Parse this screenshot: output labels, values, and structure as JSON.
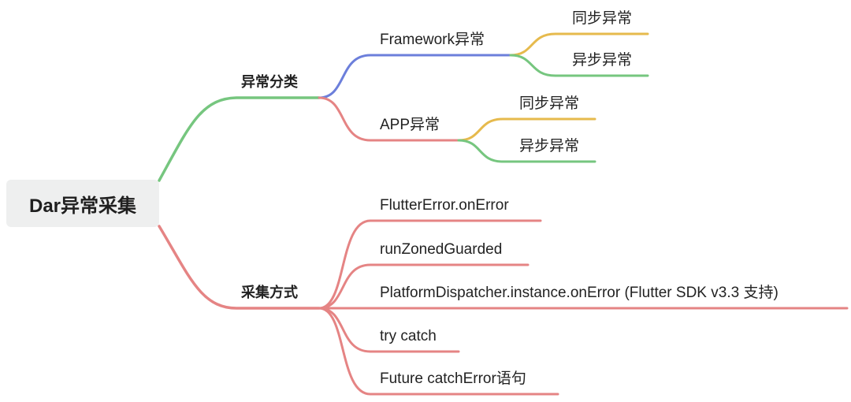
{
  "mindmap": {
    "root": "Dar异常采集",
    "colors": {
      "green": "#76c67f",
      "red": "#e58484",
      "blue": "#6c7fdb",
      "yellow": "#e6ba4d"
    },
    "branch_classification": {
      "label": "异常分类",
      "framework": {
        "label": "Framework异常",
        "children": [
          "同步异常",
          "异步异常"
        ]
      },
      "app": {
        "label": "APP异常",
        "children": [
          "同步异常",
          "异步异常"
        ]
      }
    },
    "branch_methods": {
      "label": "采集方式",
      "items": [
        "FlutterError.onError",
        "runZonedGuarded",
        "PlatformDispatcher.instance.onError (Flutter SDK v3.3 支持)",
        "try catch",
        "Future catchError语句"
      ]
    }
  }
}
